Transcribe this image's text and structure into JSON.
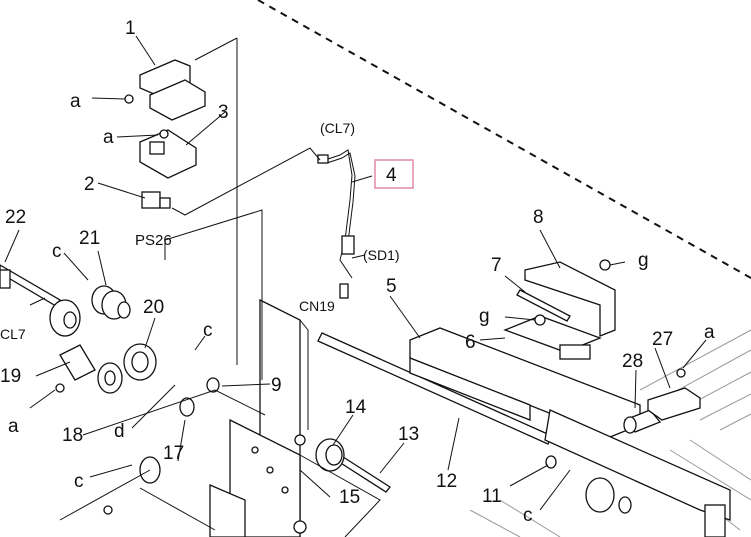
{
  "colors": {
    "line": "#111111",
    "highlight": "#e28aa8",
    "background": "#ffffff"
  },
  "labels": {
    "n1": "1",
    "n2": "2",
    "n3": "3",
    "n4": "4",
    "n5": "5",
    "n6": "6",
    "n7": "7",
    "n8": "8",
    "n9": "9",
    "n11": "11",
    "n12": "12",
    "n13": "13",
    "n14": "14",
    "n15": "15",
    "n17": "17",
    "n18": "18",
    "n19": "19",
    "n20": "20",
    "n21": "21",
    "n22": "22",
    "n27": "27",
    "n28": "28",
    "a": "a",
    "c": "c",
    "d": "d",
    "g": "g",
    "cl7_paren": "(CL7)",
    "sd1_paren": "(SD1)",
    "ps26": "PS26",
    "cn19": "CN19",
    "cl7": "CL7"
  }
}
